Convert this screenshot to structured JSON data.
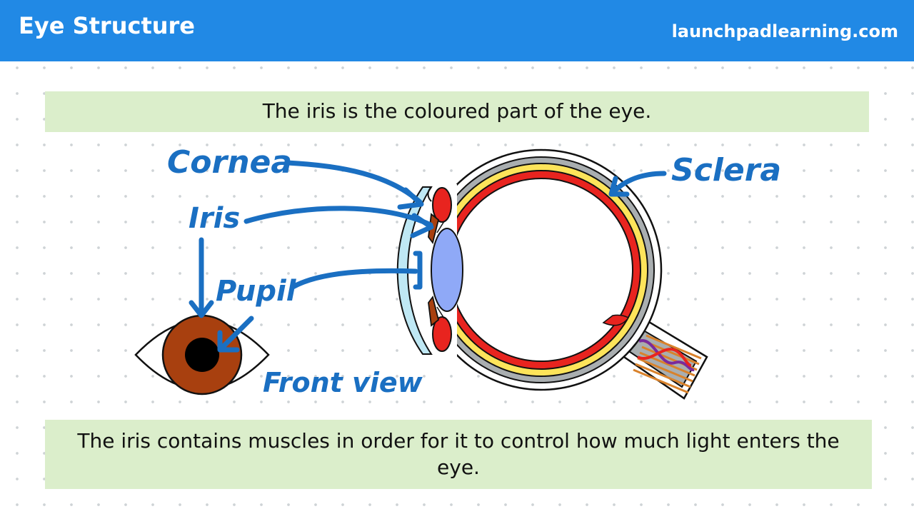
{
  "header": {
    "title": "Eye Structure",
    "site": "launchpadlearning.com"
  },
  "banners": {
    "top": "The iris is the coloured part of the eye.",
    "bottom": "The iris contains muscles in order for it to control how much light enters the eye."
  },
  "labels": {
    "cornea": "Cornea",
    "iris": "Iris",
    "pupil": "Pupil",
    "sclera": "Sclera",
    "front_view": "Front view"
  },
  "colors": {
    "header_bg": "#2189e5",
    "banner_bg": "#dbeecb",
    "label_blue": "#1a6fc2",
    "iris_brown": "#a8400f",
    "lens_blue": "#8fa9f7",
    "retina_red": "#e8241f",
    "choroid_yellow": "#fde45a",
    "sclera_gray": "#a9aeb0",
    "cornea_cyan": "#bfe8f4",
    "optic_orange": "#d9822b",
    "vessel_purple": "#7a2a9c"
  }
}
